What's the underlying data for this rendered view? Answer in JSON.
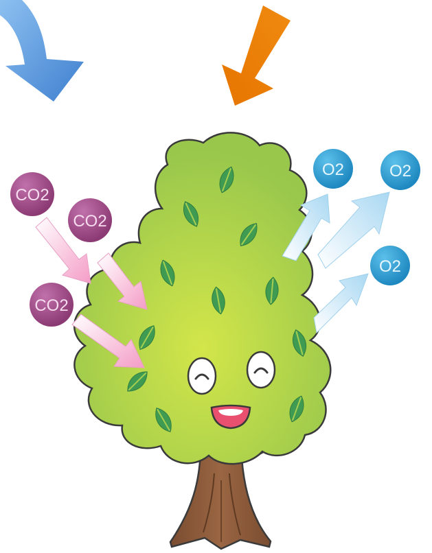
{
  "colors": {
    "background": "#ffffff",
    "blue_arrow": "#5b97dc",
    "orange_arrow": "#ee7d00",
    "co2_bubble": "#9c4783",
    "co2_text": "#f6dcee",
    "o2_bubble": "#2b9bd0",
    "o2_text": "#e6f6fe",
    "pink_arrow": "#f5aed0",
    "light_blue_arrow": "#bfe3f5",
    "foliage": "#a6cf4f",
    "foliage_outline": "#3a3a3a",
    "leaf": "#3e9a50",
    "trunk": "#8b5a3a",
    "face_mouth": "#e94f6f"
  },
  "icons": {
    "blue_arrow": "curved-arrow-down-icon",
    "orange_arrow": "arrow-down-left-icon",
    "tree": "smiling-tree-illustration"
  },
  "molecules": {
    "co2": [
      "CO2",
      "CO2",
      "CO2"
    ],
    "o2": [
      "O2",
      "O2",
      "O2"
    ]
  }
}
